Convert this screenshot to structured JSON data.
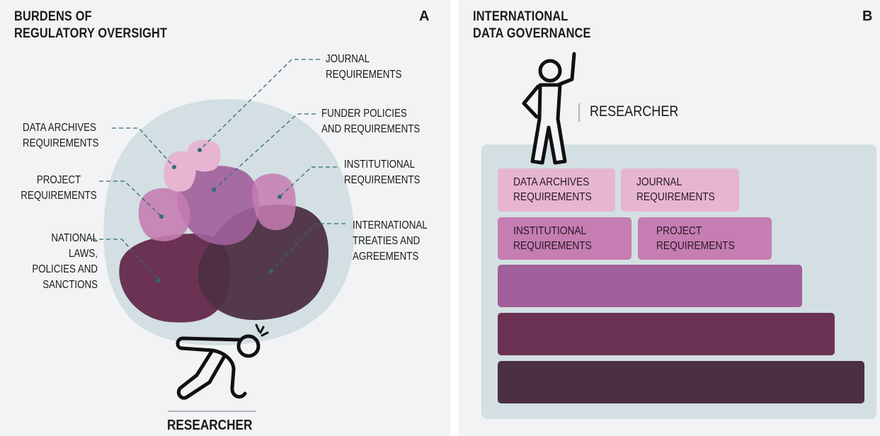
{
  "panel_a": {
    "title_line1": "BURDENS OF",
    "title_line2": "REGULATORY OVERSIGHT",
    "letter": "A",
    "labels": {
      "journal": [
        "JOURNAL",
        "REQUIREMENTS"
      ],
      "funder": [
        "FUNDER POLICIES",
        "AND REQUIREMENTS"
      ],
      "archives": [
        "DATA ARCHIVES",
        "REQUIREMENTS"
      ],
      "institutional": [
        "INSTITUTIONAL",
        "REQUIREMENTS"
      ],
      "project": [
        "PROJECT",
        "REQUIREMENTS"
      ],
      "international": [
        "INTERNATIONAL",
        "TREATIES AND",
        "AGREEMENTS"
      ],
      "national": [
        "NATIONAL",
        "LAWS,",
        "POLICIES AND",
        "SANCTIONS"
      ]
    },
    "researcher": "RESEARCHER"
  },
  "panel_b": {
    "title_line1": "INTERNATIONAL",
    "title_line2": "DATA GOVERNANCE",
    "letter": "B",
    "researcher": "RESEARCHER",
    "boxes": {
      "archives": [
        "DATA ARCHIVES",
        "REQUIREMENTS"
      ],
      "journal": [
        "JOURNAL",
        "REQUIREMENTS"
      ],
      "institutional": [
        "INSTITUTIONAL",
        "REQUIREMENTS"
      ],
      "project": [
        "PROJECT",
        "REQUIREMENTS"
      ]
    }
  },
  "colors": {
    "background": "#f2f3f4",
    "envelope": "#d3dfe2",
    "light_pink": "#e6b5d2",
    "medium_pink": "#c57db2",
    "purple": "#a15f9b",
    "maroon": "#6b3253",
    "dark_plum": "#4d2f42",
    "leader_teal": "#2f6b78"
  }
}
